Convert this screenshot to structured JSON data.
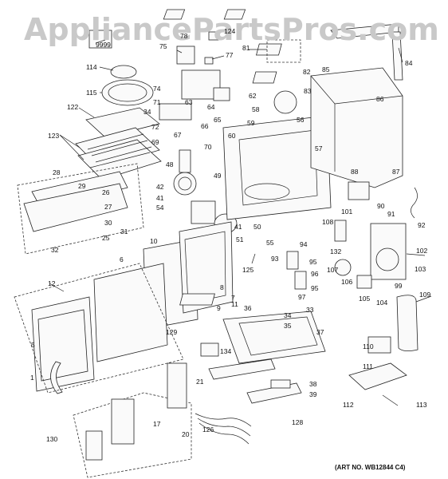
{
  "watermark": "AppliancePartsPros.com",
  "art_no": "(ART NO. WB12844 C4)",
  "labels": [
    "1",
    "5",
    "6",
    "7",
    "8",
    "9",
    "10",
    "11",
    "12",
    "17",
    "20",
    "21",
    "25",
    "26",
    "27",
    "28",
    "29",
    "30",
    "31",
    "32",
    "33",
    "34",
    "35",
    "36",
    "37",
    "38",
    "39",
    "41",
    "42",
    "48",
    "49",
    "50",
    "51",
    "54",
    "55",
    "56",
    "57",
    "58",
    "59",
    "60",
    "62",
    "63",
    "64",
    "65",
    "66",
    "67",
    "69",
    "70",
    "71",
    "72",
    "74",
    "75",
    "77",
    "78",
    "81",
    "82",
    "83",
    "84",
    "85",
    "86",
    "87",
    "88",
    "90",
    "91",
    "92",
    "93",
    "94",
    "95",
    "96",
    "97",
    "99",
    "101",
    "102",
    "103",
    "104",
    "105",
    "106",
    "107",
    "108",
    "109",
    "110",
    "111",
    "112",
    "113",
    "114",
    "115",
    "122",
    "123",
    "124",
    "125",
    "126",
    "128",
    "129",
    "130",
    "132",
    "134",
    "9999"
  ]
}
